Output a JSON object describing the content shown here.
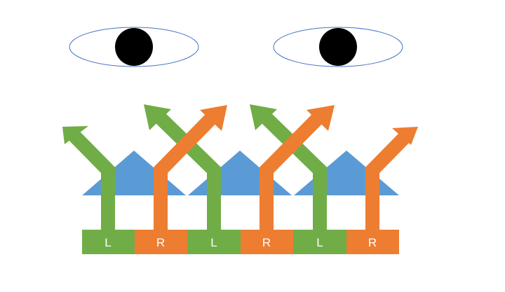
{
  "colors": {
    "left": "#70ad47",
    "right": "#ed7d31",
    "lens": "#5b9bd5",
    "eye_outline": "#4472c4",
    "pupil": "#000000",
    "background": "#ffffff"
  },
  "eyes": [
    {
      "side": "left-eye"
    },
    {
      "side": "right-eye"
    }
  ],
  "strip": {
    "cells": [
      {
        "label": "L",
        "side": "left"
      },
      {
        "label": "R",
        "side": "right"
      },
      {
        "label": "L",
        "side": "left"
      },
      {
        "label": "R",
        "side": "right"
      },
      {
        "label": "L",
        "side": "left"
      },
      {
        "label": "R",
        "side": "right"
      }
    ]
  },
  "lenses": {
    "count": 3
  },
  "arrows": {
    "count": 6
  }
}
